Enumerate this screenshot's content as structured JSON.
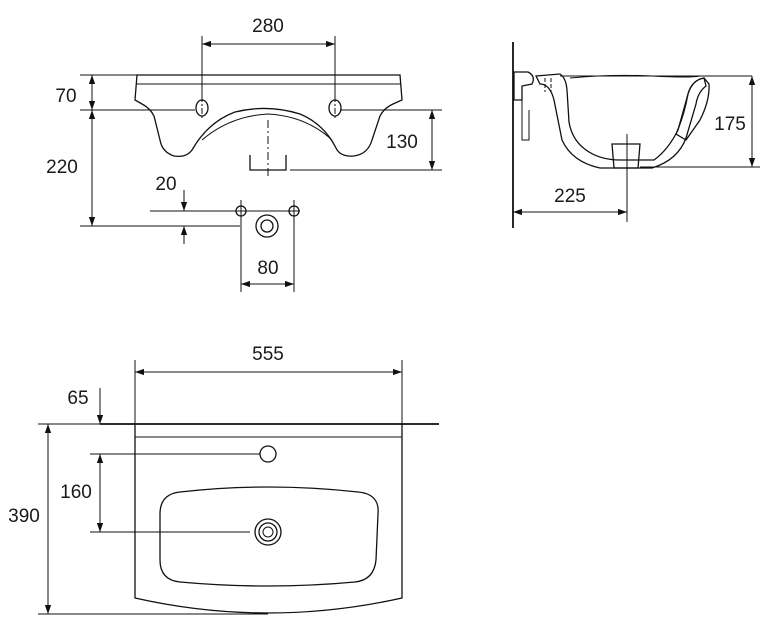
{
  "front_view": {
    "dim_tap_spacing": "280",
    "dim_rim_height": "70",
    "dim_overall_height": "220",
    "dim_bowl_depth": "130",
    "dim_fixing_offset": "20",
    "dim_fixing_spacing": "80"
  },
  "side_view": {
    "dim_depth": "175",
    "dim_drain_offset": "225"
  },
  "top_view": {
    "dim_width": "555",
    "dim_tap_from_back": "65",
    "dim_drain_from_back": "160",
    "dim_length": "390"
  },
  "colors": {
    "line": "#111111",
    "background": "#ffffff"
  }
}
